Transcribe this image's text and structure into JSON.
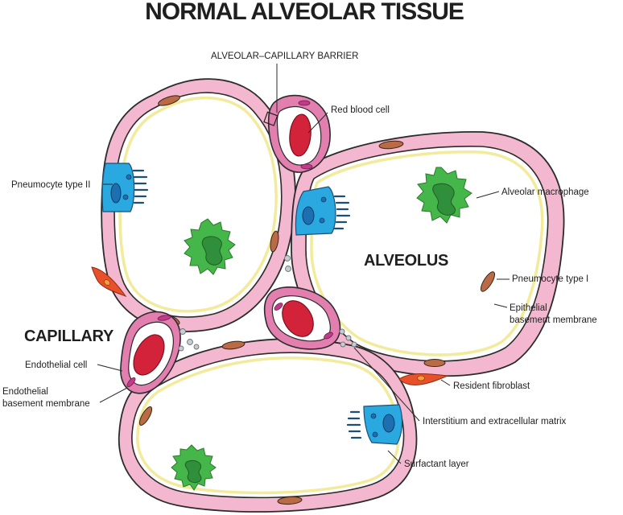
{
  "title": "NORMAL ALVEOLAR TISSUE",
  "regions": {
    "alveolus": "ALVEOLUS",
    "capillary": "CAPILLARY"
  },
  "labels": {
    "barrier": "ALVEOLAR–CAPILLARY BARRIER",
    "red_blood_cell": "Red blood cell",
    "pneumocyte_type_2": "Pneumocyte type II",
    "alveolar_macrophage": "Alveolar macrophage",
    "pneumocyte_type_1": "Pneumocyte type I",
    "epithelial_bm_line1": "Epithelial",
    "epithelial_bm_line2": "basement membrane",
    "endothelial_cell": "Endothelial cell",
    "endothelial_bm_line1": "Endothelial",
    "endothelial_bm_line2": "basement membrane",
    "resident_fibroblast": "Resident fibroblast",
    "interstitium": "Interstitium and extracellular matrix",
    "surfactant_layer": "Surfactant layer"
  },
  "colors": {
    "alveolar_wall": "#f3b8cf",
    "surfactant": "#f2eb9c",
    "pneumocyte_type_2": "#29a9e0",
    "macrophage": "#45b649",
    "red_blood_cell": "#d2233a",
    "capillary_wall": "#e27fae",
    "fibroblast": "#e8502a",
    "pneumocyte_type_1": "#b86b44"
  }
}
